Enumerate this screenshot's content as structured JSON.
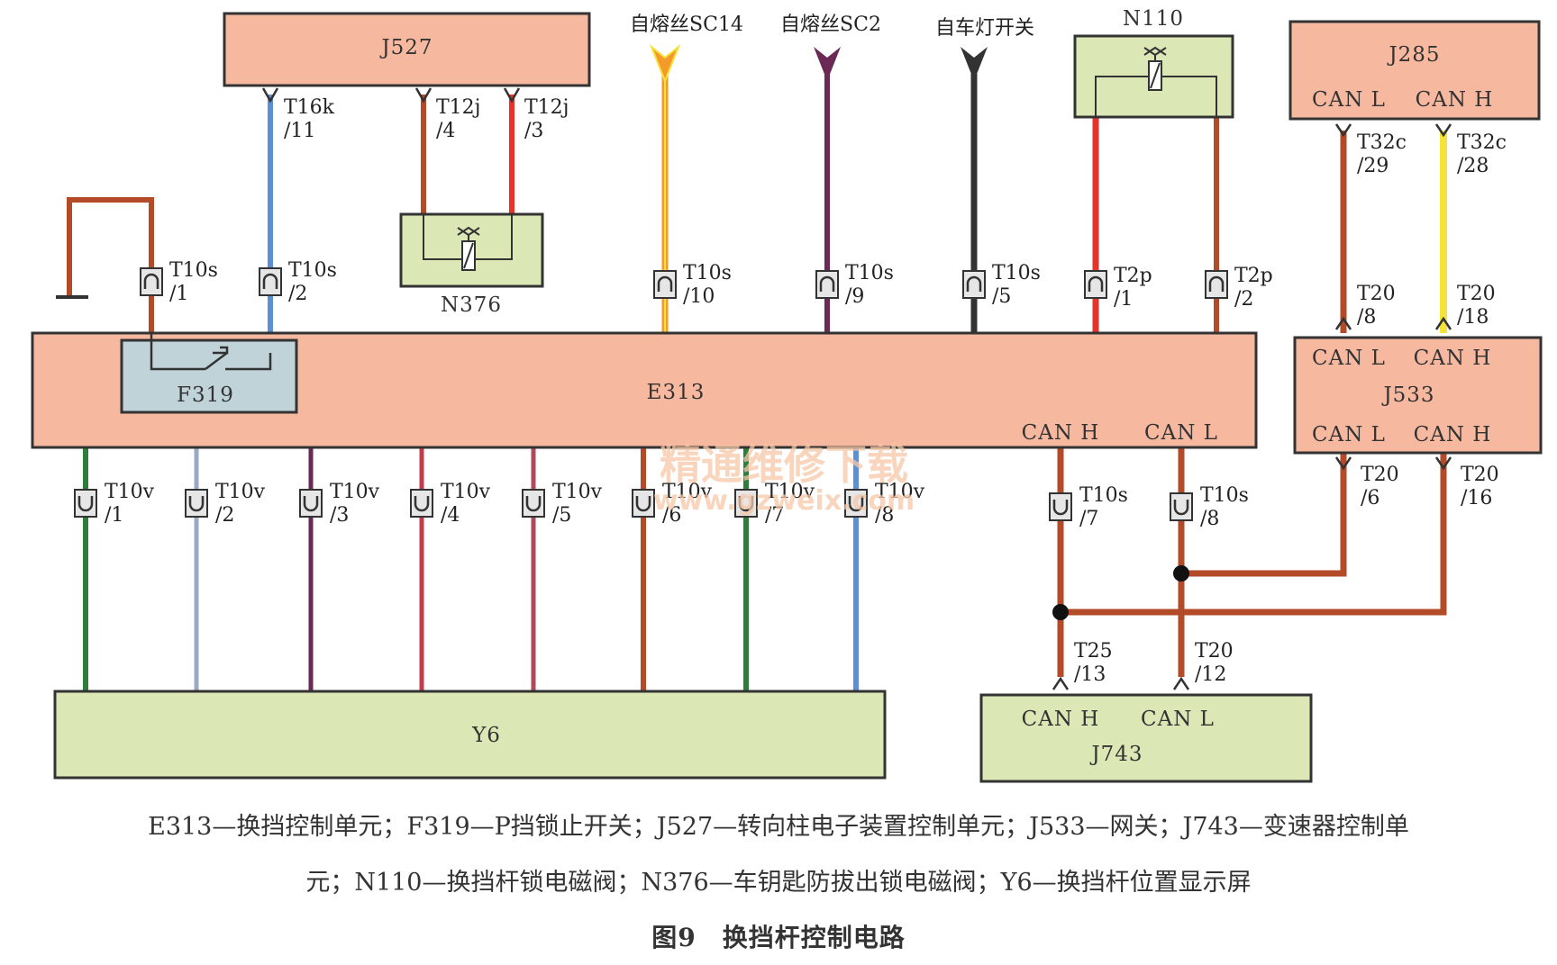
{
  "colors": {
    "module_fill": "#f7b8a0",
    "module_stroke": "#333333",
    "valve_fill": "#dbe8b6",
    "switch_fill": "#bfd3d8",
    "brown": "#b34a28",
    "red": "#e8332a",
    "blue": "#5b8fd6",
    "green": "#2e7d3b",
    "purple": "#6a2a55",
    "gray_blue": "#9aa9c8",
    "pink_red": "#c43a4e",
    "yellow": "#f5e33b",
    "black": "#333333",
    "orange": "#f39a2a"
  },
  "modules": {
    "j527": "J527",
    "j285": "J285",
    "e313": "E313",
    "f319": "F319",
    "n376": "N376",
    "n110": "N110",
    "j533": "J533",
    "y6": "Y6",
    "j743": "J743"
  },
  "can_labels": {
    "j285_l": "CAN L",
    "j285_h": "CAN H",
    "j533_top_l": "CAN L",
    "j533_top_h": "CAN H",
    "j533_bot_l": "CAN L",
    "j533_bot_h": "CAN H",
    "e313_h": "CAN H",
    "e313_l": "CAN L",
    "j743_h": "CAN H",
    "j743_l": "CAN L"
  },
  "sources": {
    "sc14": "自熔丝SC14",
    "sc2": "自熔丝SC2",
    "light": "自车灯开关"
  },
  "pins": {
    "t16k_11": [
      "T16k",
      "/11"
    ],
    "t12j_4": [
      "T12j",
      "/4"
    ],
    "t12j_3": [
      "T12j",
      "/3"
    ],
    "t32c_29": [
      "T32c",
      "/29"
    ],
    "t32c_28": [
      "T32c",
      "/28"
    ],
    "t10s_1": [
      "T10s",
      "/1"
    ],
    "t10s_2": [
      "T10s",
      "/2"
    ],
    "t10s_10": [
      "T10s",
      "/10"
    ],
    "t10s_9": [
      "T10s",
      "/9"
    ],
    "t10s_5": [
      "T10s",
      "/5"
    ],
    "t2p_1": [
      "T2p",
      "/1"
    ],
    "t2p_2": [
      "T2p",
      "/2"
    ],
    "t20_8": [
      "T20",
      "/8"
    ],
    "t20_18": [
      "T20",
      "/18"
    ],
    "t10v_1": [
      "T10v",
      "/1"
    ],
    "t10v_2": [
      "T10v",
      "/2"
    ],
    "t10v_3": [
      "T10v",
      "/3"
    ],
    "t10v_4": [
      "T10v",
      "/4"
    ],
    "t10v_5": [
      "T10v",
      "/5"
    ],
    "t10v_6": [
      "T10v",
      "/6"
    ],
    "t10v_7": [
      "T10v",
      "/7"
    ],
    "t10v_8": [
      "T10v",
      "/8"
    ],
    "t10s_7": [
      "T10s",
      "/7"
    ],
    "t10s_8": [
      "T10s",
      "/8"
    ],
    "t20_6": [
      "T20",
      "/6"
    ],
    "t20_16": [
      "T20",
      "/16"
    ],
    "t25_13": [
      "T25",
      "/13"
    ],
    "t20_12": [
      "T20",
      "/12"
    ]
  },
  "watermark": {
    "cn": "精通维修下载",
    "url": "www.gzweix.com"
  },
  "legend": {
    "line1": "E313—换挡控制单元；F319—P挡锁止开关；J527—转向柱电子装置控制单元；J533—网关；J743—变速器控制单",
    "line2": "元；N110—换挡杆锁电磁阀；N376—车钥匙防拔出锁电磁阀；Y6—换挡杆位置显示屏",
    "title": "图9　换挡杆控制电路"
  }
}
